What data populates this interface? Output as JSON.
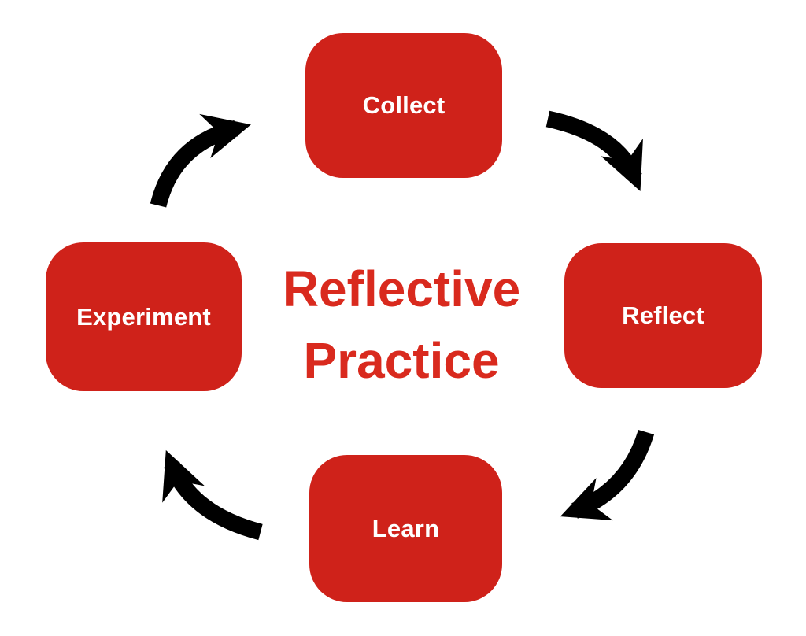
{
  "diagram": {
    "title": {
      "line1": "Reflective",
      "line2": "Practice"
    },
    "type": "cycle",
    "nodes": [
      {
        "id": "collect",
        "label": "Collect",
        "position": "top"
      },
      {
        "id": "reflect",
        "label": "Reflect",
        "position": "right"
      },
      {
        "id": "learn",
        "label": "Learn",
        "position": "bottom"
      },
      {
        "id": "experiment",
        "label": "Experiment",
        "position": "left"
      }
    ],
    "arrows": [
      {
        "from": "collect",
        "to": "reflect"
      },
      {
        "from": "reflect",
        "to": "learn"
      },
      {
        "from": "learn",
        "to": "experiment"
      },
      {
        "from": "experiment",
        "to": "collect"
      }
    ],
    "colors": {
      "node_fill": "#cf221a",
      "node_text": "#ffffff",
      "title_color": "#d92a1e",
      "arrow_color": "#000000",
      "background": "#ffffff"
    }
  }
}
